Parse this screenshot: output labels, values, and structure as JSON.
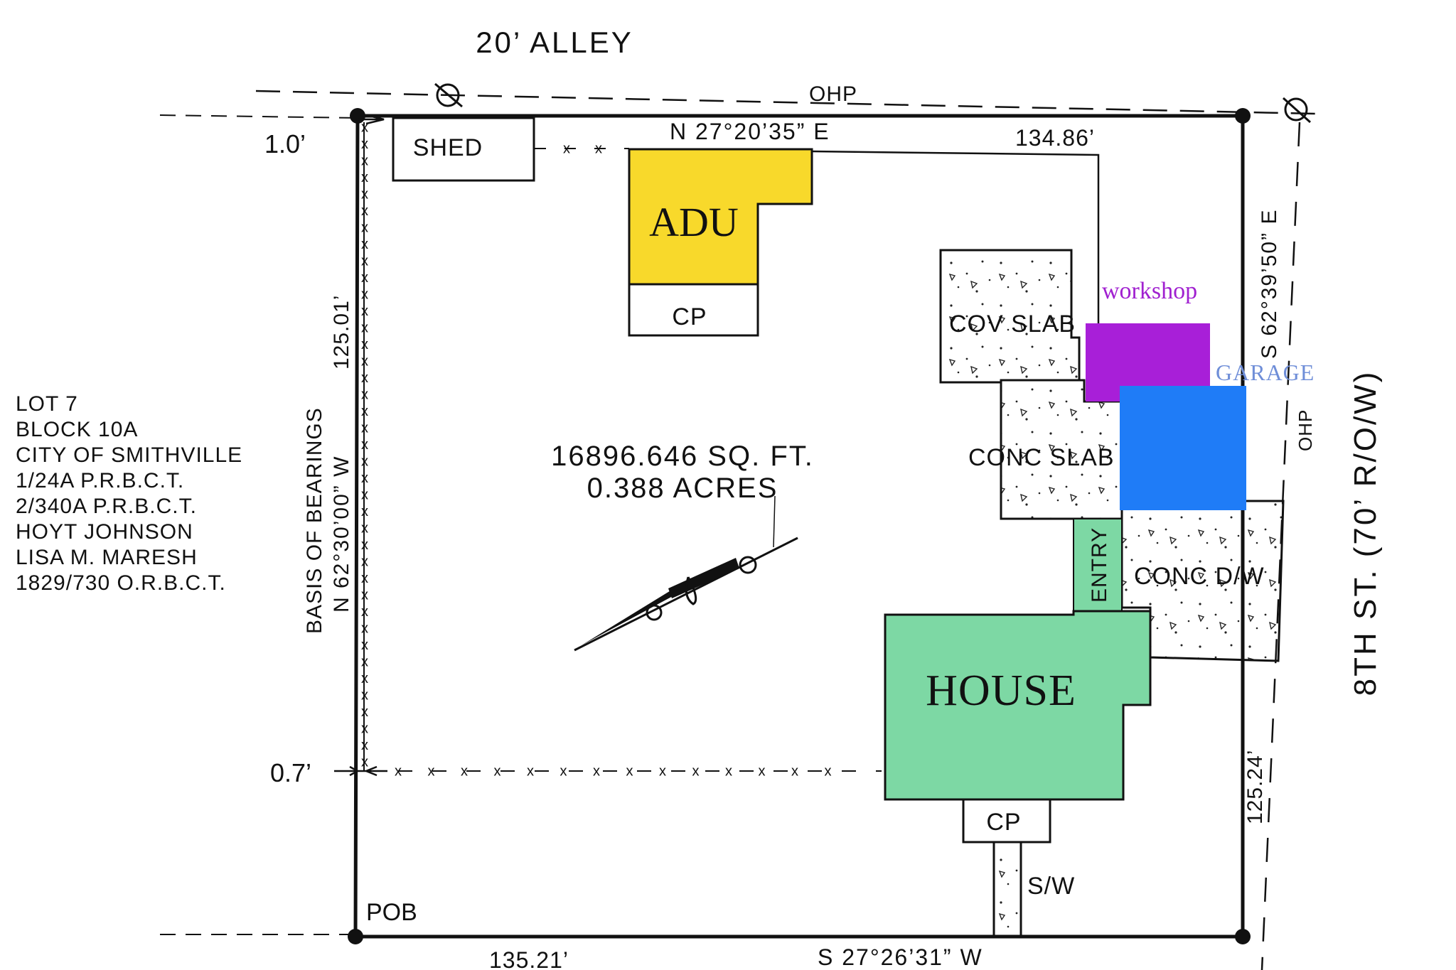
{
  "alley_label": "20’ ALLEY",
  "street_label": "8TH ST. (70’ R/O/W)",
  "ohp_labels": [
    "OHP",
    "OHP"
  ],
  "bearings": {
    "north": "N 27°20’35” E",
    "east": "S 62°39’50” E",
    "south": "S 27°26’31” W",
    "west": "N 62°30’00” W",
    "basis": "BASIS OF BEARINGS"
  },
  "distances": {
    "north": "134.86’",
    "east": "125.24’",
    "south": "135.21’",
    "west": "125.01’",
    "offset_top": "1.0’",
    "offset_bottom": "0.7’"
  },
  "area": {
    "sqft": "16896.646 SQ. FT.",
    "acres": "0.388 ACRES"
  },
  "pob_label": "POB",
  "lot_info": [
    "LOT 7",
    "BLOCK 10A",
    "CITY OF SMITHVILLE",
    "1/24A P.R.B.C.T.",
    "2/340A P.R.B.C.T.",
    "HOYT JOHNSON",
    "LISA M. MARESH",
    "1829/730 O.R.B.C.T."
  ],
  "structures": {
    "shed": "SHED",
    "adu": "ADU",
    "adu_cp": "CP",
    "cov_slab": "COV SLAB",
    "workshop": "workshop",
    "garage": "GARAGE",
    "conc_slab": "CONC SLAB",
    "entry": "ENTRY",
    "conc_dw": "CONC D/W",
    "house": "HOUSE",
    "house_cp": "CP",
    "sidewalk": "S/W"
  },
  "fence_mark": "x",
  "colors": {
    "adu": "#f8d92b",
    "workshop": "#a81fd8",
    "workshop_text": "#a020d0",
    "garage": "#1f7cf7",
    "garage_text": "#6f8ed8",
    "house": "#7dd8a4",
    "line": "#111111"
  }
}
